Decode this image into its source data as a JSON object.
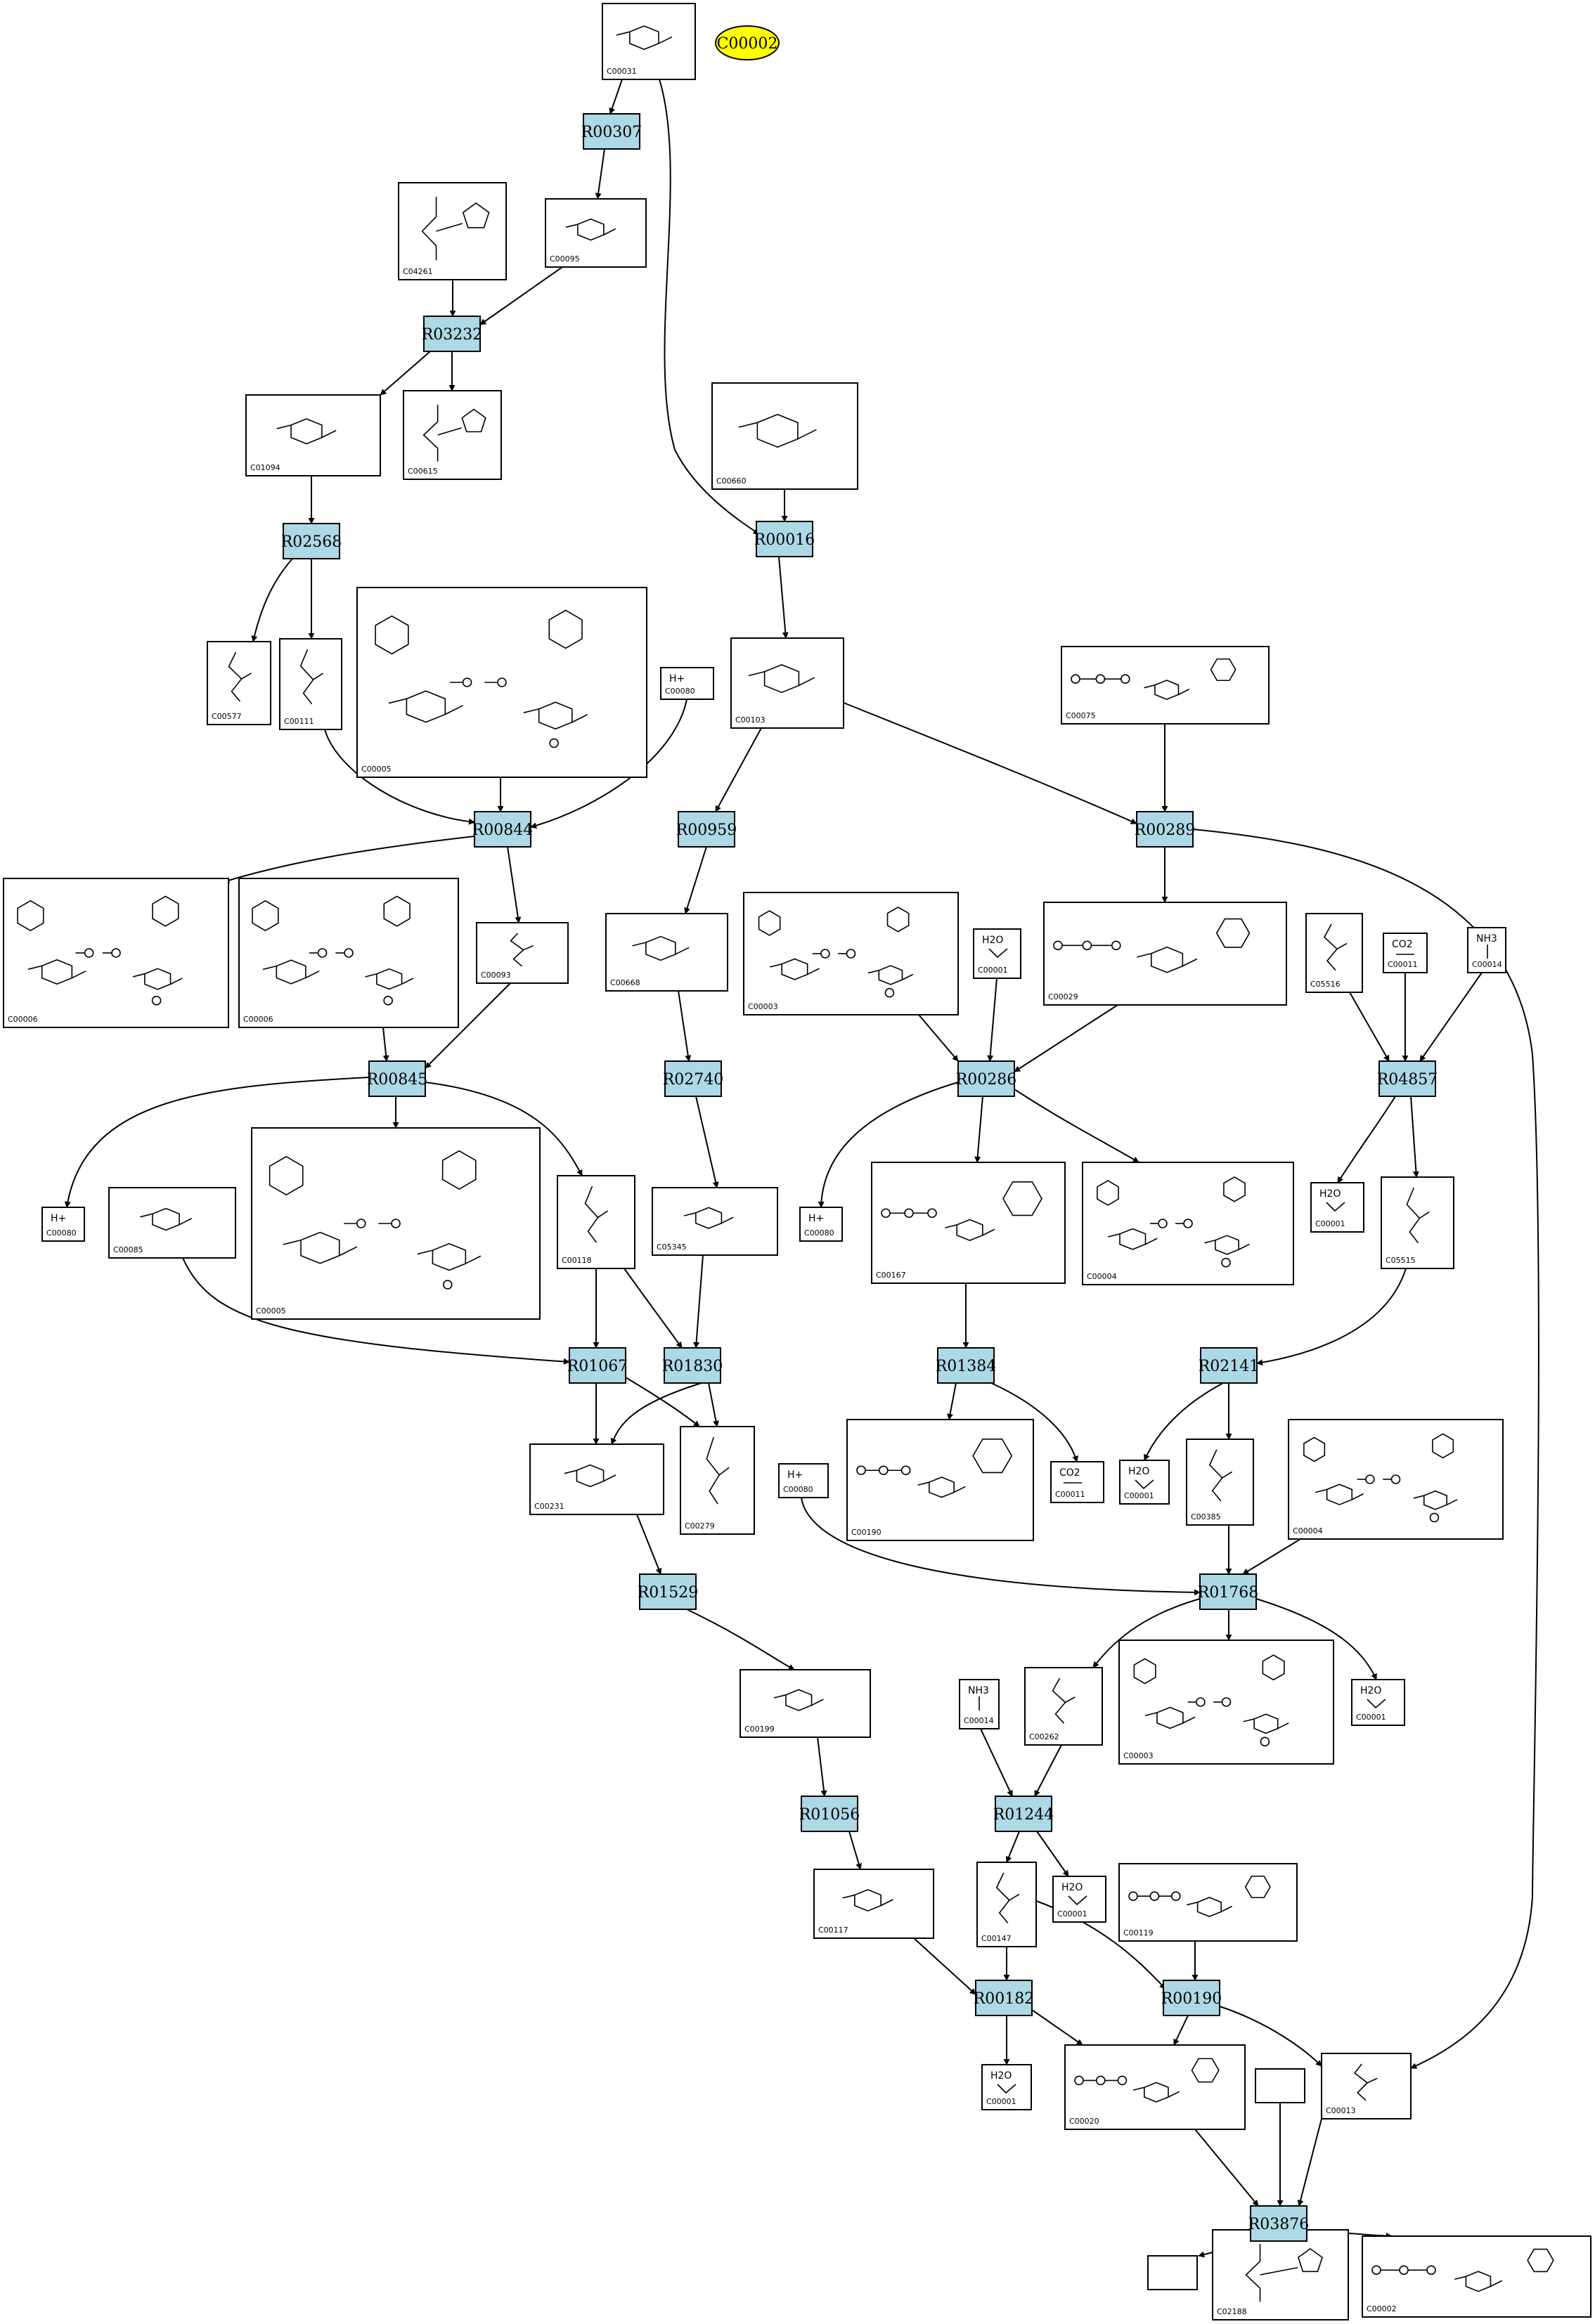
{
  "highlight": "C00002",
  "reactions": [
    "R00307",
    "R03232",
    "R02568",
    "R00016",
    "R00844",
    "R00959",
    "R00289",
    "R00845",
    "R02740",
    "R00286",
    "R04857",
    "R01067",
    "R01830",
    "R01384",
    "R02141",
    "R01529",
    "R01768",
    "R01056",
    "R01244",
    "R00182",
    "R00190",
    "R03876"
  ],
  "compounds": [
    "C00031",
    "C04261",
    "C00095",
    "C01094",
    "C00615",
    "C00660",
    "C00577",
    "C00111",
    "C00005",
    "C00080",
    "C00103",
    "C00075",
    "C00006",
    "C00006",
    "C00093",
    "C00668",
    "C00003",
    "C00001",
    "C00029",
    "C05516",
    "C00011",
    "C00014",
    "C00080",
    "C00085",
    "C00005",
    "C00118",
    "C05345",
    "C00080",
    "C00167",
    "C00004",
    "C00001",
    "C05515",
    "C00231",
    "C00279",
    "C00080",
    "C00190",
    "C00011",
    "C00001",
    "C00385",
    "C00004",
    "C00199",
    "C00014",
    "C00262",
    "C00003",
    "C00001",
    "C00117",
    "C00147",
    "C00001",
    "C00119",
    "C00001",
    "C00020",
    "C00013",
    "C02188",
    "C00002"
  ]
}
